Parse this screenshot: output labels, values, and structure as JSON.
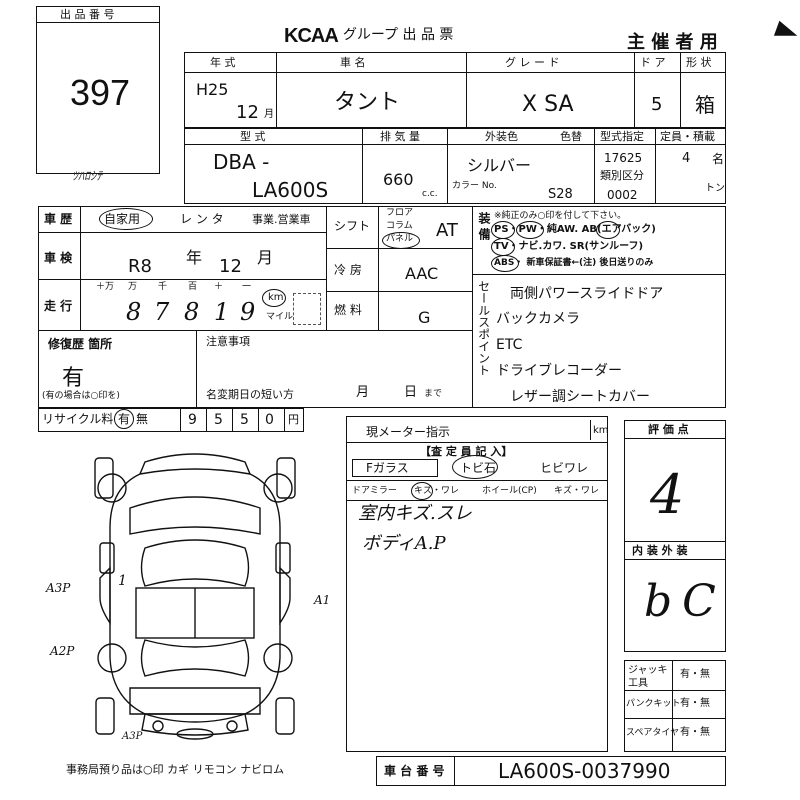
{
  "lot": {
    "label": "出 品 番 号",
    "number": "397",
    "note": "ﾂﾊﾛｼﾃ"
  },
  "header": {
    "logo": "KCAA",
    "title_rest": ". グループ  出 品 票",
    "role": "主 催 者 用"
  },
  "row1": {
    "year_label": "年  式",
    "year": "H25",
    "month": "12",
    "month_unit": "月",
    "name_label": "車    名",
    "name": "タント",
    "grade_label": "グ レ ー ド",
    "grade": "X SA",
    "doors_label": "ド ア",
    "doors": "5",
    "shape_label": "形 状",
    "shape": "箱"
  },
  "row2": {
    "model_label": "型    式",
    "model_prefix": "DBA  ‐",
    "model": "LA600S",
    "disp_label": "排 気 量",
    "disp": "660",
    "disp_unit": "c.c.",
    "color_label": "外装色",
    "color_no_label": "色替",
    "color": "シルバー",
    "color_code_label": "カラー No.",
    "color_code": "S28",
    "type_label": "型式指定",
    "type_no": "17625",
    "class_label": "類別区分",
    "class_no": "0002",
    "cap_label": "定員・積載",
    "cap": "4",
    "cap_unit": "名",
    "ton_unit": "トン"
  },
  "hist": {
    "label": "車 歴",
    "private": "自家用",
    "rental": "レ ン タ",
    "business": "事業.営業車"
  },
  "inspect": {
    "label": "車 検",
    "era": "R8",
    "year_unit": "年",
    "month": "12",
    "month_unit": "月"
  },
  "mileage": {
    "label": "走 行",
    "units": [
      "＋万",
      "万",
      "千",
      "百",
      "＋",
      "一"
    ],
    "digits": [
      "8",
      "7",
      "8",
      "1",
      "9"
    ],
    "km": "km",
    "mile": "マイル"
  },
  "shift": {
    "label": "シフト",
    "opts": [
      "フロア",
      "コラム",
      "パネル"
    ],
    "value": "AT"
  },
  "ac": {
    "label": "冷 房",
    "value": "AAC"
  },
  "fuel": {
    "label": "燃 料",
    "value": "G"
  },
  "equip": {
    "label": "装 備",
    "line1": "※純正のみ○印を付して下さい。",
    "line2": "PS・PW・純AW. AB(エアバック)",
    "line3": "TV・ナビ.カワ. SR(サンルーフ)",
    "line4": "ABS・ 新車保証書←(注) 後日送りのみ"
  },
  "selling": {
    "label": "セールスポイント",
    "items": [
      "両側パワースライドドア",
      "バックカメラ",
      "ETC",
      "ドライブレコーダー",
      "レザー調シートカバー"
    ]
  },
  "repair": {
    "label": "修復歴 箇所",
    "value": "有",
    "note": "(有の場合は○印を)"
  },
  "notes": {
    "label": "注意事項",
    "name_change": "名変期日の短い方",
    "month": "月",
    "day": "日",
    "until": "まで"
  },
  "recycle": {
    "label": "リサイクル料",
    "yes": "有",
    "no": "無",
    "digits": [
      "9",
      "5",
      "5",
      "0"
    ],
    "unit": "円"
  },
  "meter": {
    "label": "現メーター指示",
    "km": "km",
    "inspector": "【査 定 員 記 入】",
    "glass": "Fガラス",
    "glass_vals": [
      "トビ石",
      "ヒビワレ"
    ],
    "mirror": "ドアミラー",
    "mirror_vals": "キズ・ワレ",
    "wheel": "ホイール(CP)",
    "wheel_vals": "キズ・ワレ",
    "hw1": "室内キズ.スレ",
    "hw2": "ボディA.P"
  },
  "score": {
    "label": "評 価 点",
    "value": "4",
    "int_ext": "内 装 外 装",
    "ie_value": "bC"
  },
  "tools": [
    {
      "label": "ジャッキ工具",
      "val": "有・無"
    },
    {
      "label": "パンクキット",
      "val": "有・無"
    },
    {
      "label": "スペアタイヤ",
      "val": "有・無"
    }
  ],
  "diagram": {
    "marks": [
      "A3P",
      "A2P",
      "A1",
      "A3P"
    ],
    "mark_d": "1"
  },
  "bottom": {
    "keys": "事務局預り品は○印   カギ  リモコン  ナビロム",
    "chassis_label": "車 台 番 号",
    "chassis": "LA600S‐0037990"
  }
}
